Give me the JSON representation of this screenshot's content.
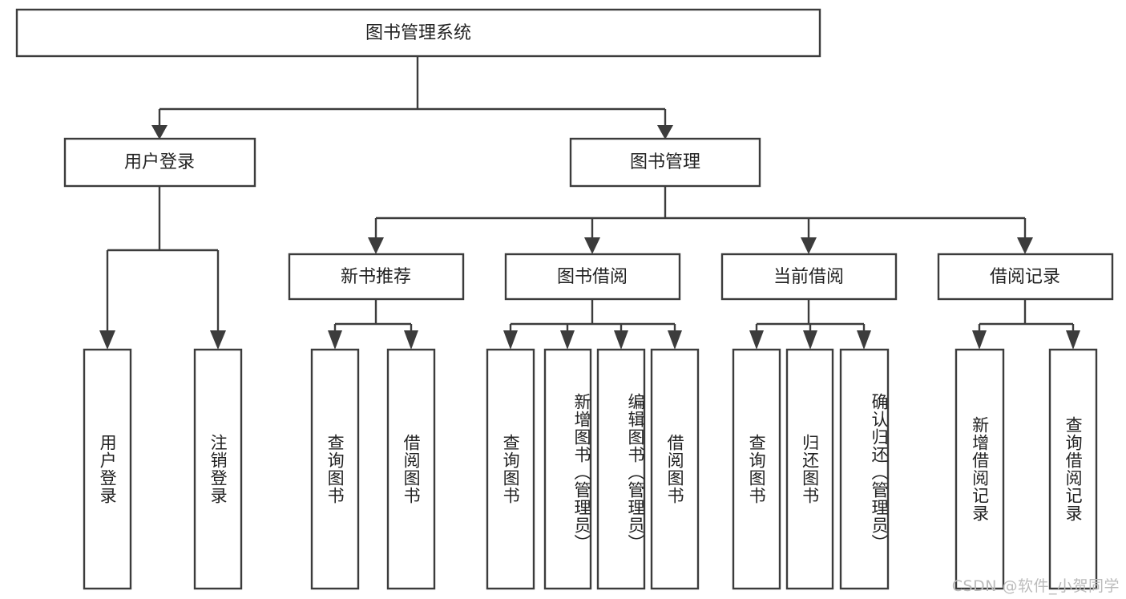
{
  "diagram": {
    "title": "图书管理系统",
    "type": "tree-hierarchy",
    "root": {
      "id": "root",
      "label": "图书管理系统"
    },
    "level2": [
      {
        "id": "user-login",
        "label": "用户登录"
      },
      {
        "id": "book-manage",
        "label": "图书管理"
      }
    ],
    "level3": [
      {
        "id": "new-book-recommend",
        "label": "新书推荐",
        "parent": "book-manage"
      },
      {
        "id": "book-borrow",
        "label": "图书借阅",
        "parent": "book-manage"
      },
      {
        "id": "current-borrow",
        "label": "当前借阅",
        "parent": "book-manage"
      },
      {
        "id": "borrow-record",
        "label": "借阅记录",
        "parent": "book-manage"
      }
    ],
    "leaves": [
      {
        "id": "leaf-user-login",
        "label": "用户登录",
        "parent": "user-login"
      },
      {
        "id": "leaf-logout-login",
        "label": "注销登录",
        "parent": "user-login"
      },
      {
        "id": "leaf-query-book-1",
        "label": "查询图书",
        "parent": "new-book-recommend"
      },
      {
        "id": "leaf-borrow-book-1",
        "label": "借阅图书",
        "parent": "new-book-recommend"
      },
      {
        "id": "leaf-query-book-2",
        "label": "查询图书",
        "parent": "book-borrow"
      },
      {
        "id": "leaf-add-book",
        "label": "新增图书（管理员）",
        "parent": "book-borrow"
      },
      {
        "id": "leaf-edit-book",
        "label": "编辑图书（管理员）",
        "parent": "book-borrow"
      },
      {
        "id": "leaf-borrow-book-2",
        "label": "借阅图书",
        "parent": "book-borrow"
      },
      {
        "id": "leaf-query-book-3",
        "label": "查询图书",
        "parent": "current-borrow"
      },
      {
        "id": "leaf-return-book",
        "label": "归还图书",
        "parent": "current-borrow"
      },
      {
        "id": "leaf-confirm-return",
        "label": "确认归还（管理员）",
        "parent": "current-borrow"
      },
      {
        "id": "leaf-add-record",
        "label": "新增借阅记录",
        "parent": "borrow-record"
      },
      {
        "id": "leaf-query-record",
        "label": "查询借阅记录",
        "parent": "borrow-record"
      }
    ],
    "watermark": "CSDN @软件_小贺同学",
    "colors": {
      "stroke": "#3c3c3c",
      "fill": "#ffffff",
      "text": "#222222",
      "watermark": "#bbbbbb"
    }
  }
}
